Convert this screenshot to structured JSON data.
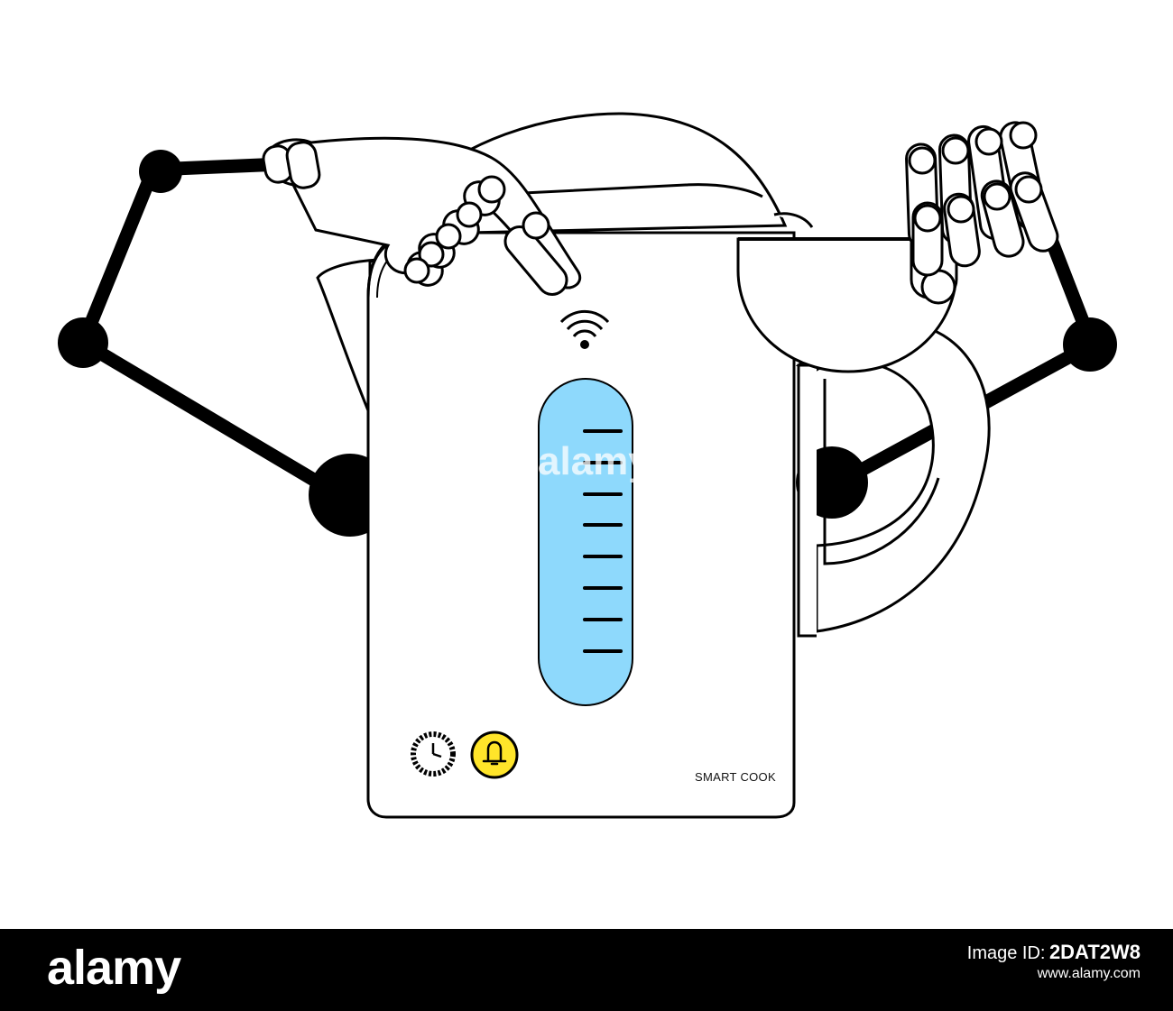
{
  "illustration": {
    "brand_label": "SMART COOK",
    "watermark": "alamy",
    "icons": [
      "wifi-icon",
      "clock-icon",
      "bell-icon"
    ],
    "colors": {
      "water_window": "#8ed9fc",
      "bell_button": "#ffe52a",
      "outline": "#000000",
      "fill": "#ffffff"
    }
  },
  "footer": {
    "logo": "alamy",
    "image_id_label": "Image ID:",
    "image_id": "2DAT2W8",
    "url": "www.alamy.com",
    "background": "#000000"
  }
}
